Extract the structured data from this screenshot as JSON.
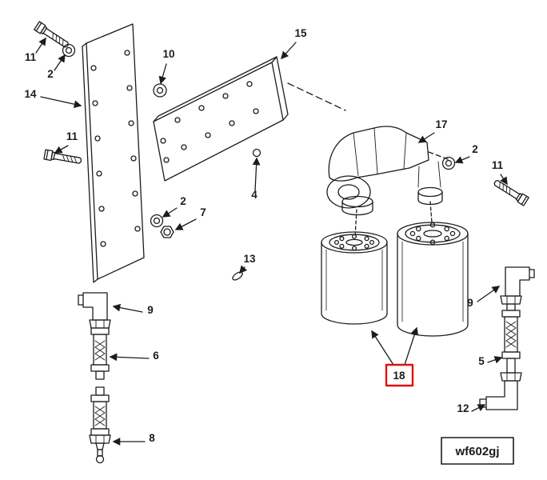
{
  "figure": {
    "code_label": "wf602gj",
    "highlight_color": "#e01010",
    "line_color": "#1c1c1c",
    "background_color": "#ffffff"
  },
  "callouts": {
    "bolt_top_left": "11",
    "washer_top_left": "2",
    "mounting_plate": "14",
    "spacer": "10",
    "adapter_plate": "15",
    "bolt_mid_left": "11",
    "washer_mid_left": "2",
    "nut": "7",
    "plate_plug": "4",
    "small_plug": "13",
    "elbow_left": "9",
    "hose_left": "6",
    "fitting_bottom_left": "8",
    "filter_head": "17",
    "washer_right": "2",
    "bolt_right": "11",
    "elbow_right": "9",
    "hose_right": "5",
    "elbow_bottom_right": "12",
    "fuel_filters": "18"
  }
}
